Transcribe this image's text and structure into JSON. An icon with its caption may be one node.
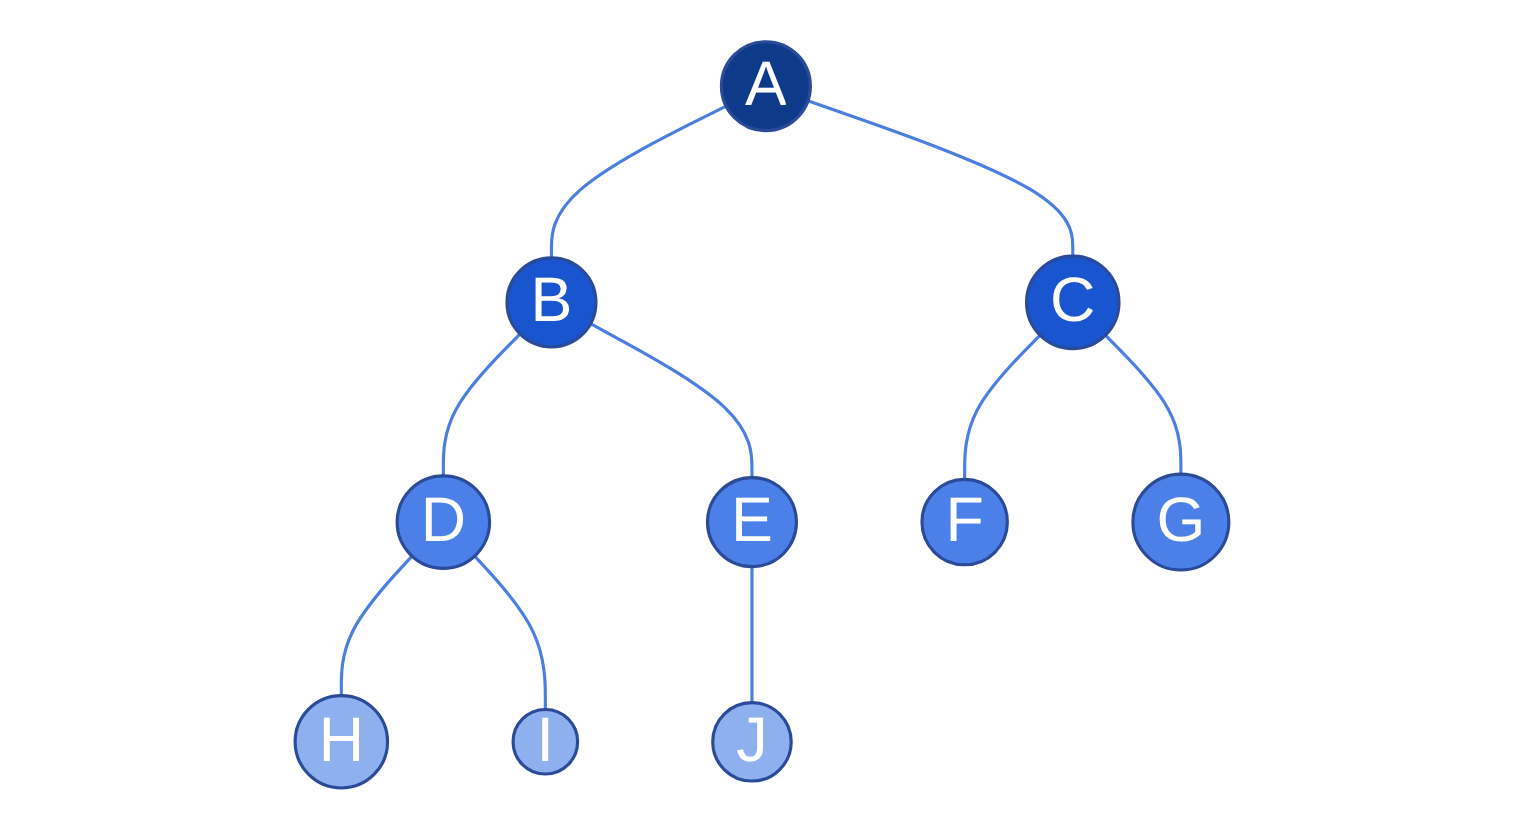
{
  "diagram": {
    "nodes": [
      {
        "text": [
          "A"
        ]
      },
      {
        "text": [
          "B"
        ]
      },
      {
        "text": [
          "C"
        ]
      },
      {
        "text": [
          "D"
        ]
      },
      {
        "text": [
          "E"
        ]
      },
      {
        "text": [
          "F"
        ]
      },
      {
        "text": [
          "G"
        ]
      },
      {
        "text": [
          "H"
        ]
      },
      {
        "text": [
          "I"
        ]
      },
      {
        "text": [
          "J"
        ]
      }
    ],
    "edges": [
      {
        "from": 0,
        "to": 1,
        "arrow": "none"
      },
      {
        "from": 0,
        "to": 2,
        "arrow": "none"
      },
      {
        "from": 1,
        "to": 3,
        "arrow": "none"
      },
      {
        "from": 1,
        "to": 4,
        "arrow": "none"
      },
      {
        "from": 2,
        "to": 5,
        "arrow": "none"
      },
      {
        "from": 2,
        "to": 6,
        "arrow": "none"
      },
      {
        "from": 3,
        "to": 7,
        "arrow": "none"
      },
      {
        "from": 3,
        "to": 8,
        "arrow": "none"
      },
      {
        "from": 4,
        "to": 9,
        "arrow": "none"
      }
    ]
  }
}
